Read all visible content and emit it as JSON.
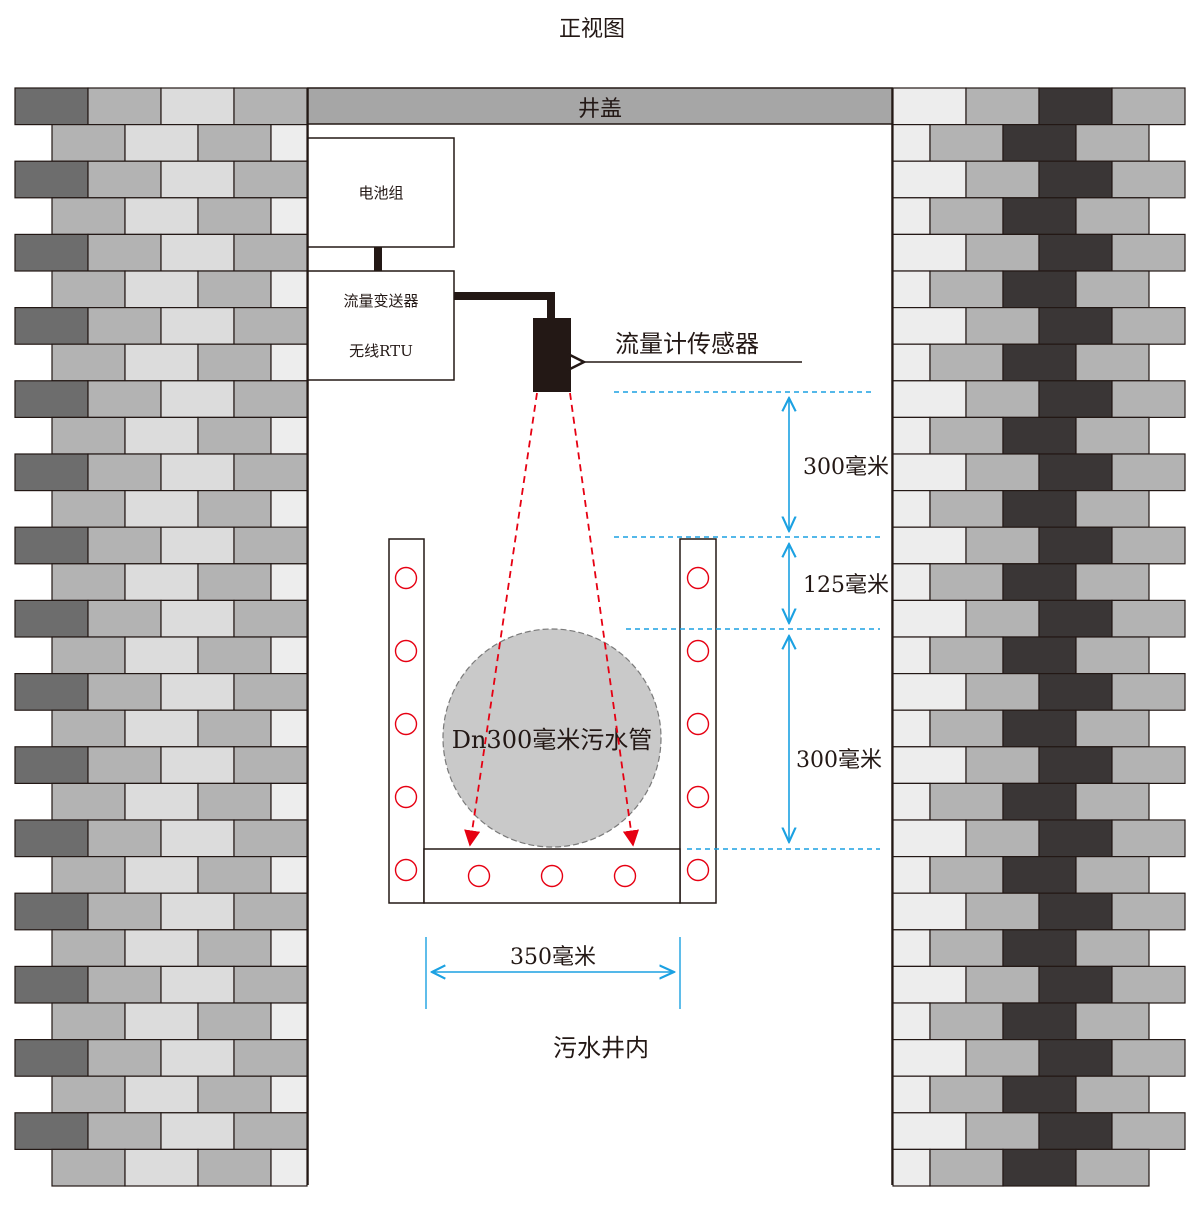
{
  "title": "正视图",
  "cover_label": "井盖",
  "battery_label": "电池组",
  "transmitter_label_1": "流量变送器",
  "transmitter_label_2": "无线RTU",
  "sensor_label": "流量计传感器",
  "pipe_label": "Dn300毫米污水管",
  "dim_top": "300毫米",
  "dim_mid": "125毫米",
  "dim_bottom": "300毫米",
  "dim_width": "350毫米",
  "well_label": "污水井内",
  "colors": {
    "brick_dark": "#6d6d6d",
    "brick_mid": "#b3b3b3",
    "brick_light": "#dcdcdc",
    "brick_lightest": "#ededed",
    "brick_black": "#3a3636",
    "cover_fill": "#a6a6a6",
    "sensor_fill": "#231815",
    "pipe_fill": "#c9c9c9",
    "beam_red": "#e60012",
    "dim_blue": "#1ba1e2",
    "hole_red": "#e60012"
  }
}
